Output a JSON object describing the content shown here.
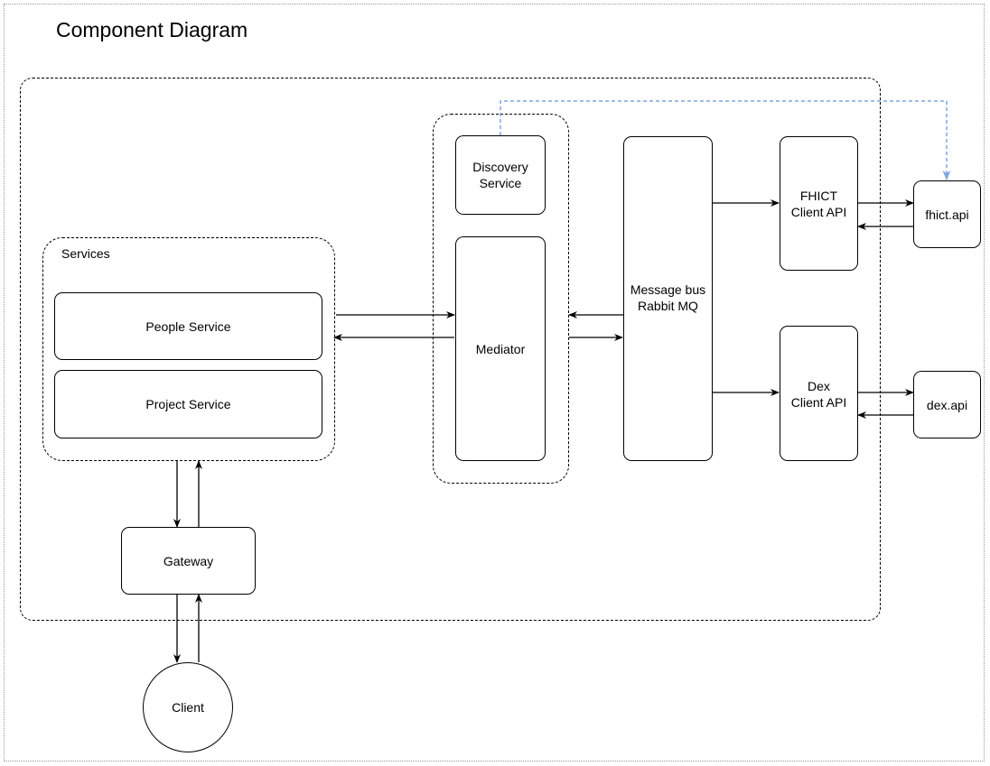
{
  "title": "Component Diagram",
  "groups": {
    "services": "Services"
  },
  "nodes": {
    "people_service": "People Service",
    "project_service": "Project Service",
    "gateway": "Gateway",
    "client": "Client",
    "discovery_service": "Discovery\nService",
    "mediator": "Mediator",
    "message_bus": "Message bus\nRabbit MQ",
    "fhict_client_api": "FHICT\nClient API",
    "dex_client_api": "Dex\nClient API",
    "fhict_api": "fhict.api",
    "dex_api": "dex.api"
  },
  "colors": {
    "stroke": "#000000",
    "discovery_link": "#7ea6e0"
  }
}
